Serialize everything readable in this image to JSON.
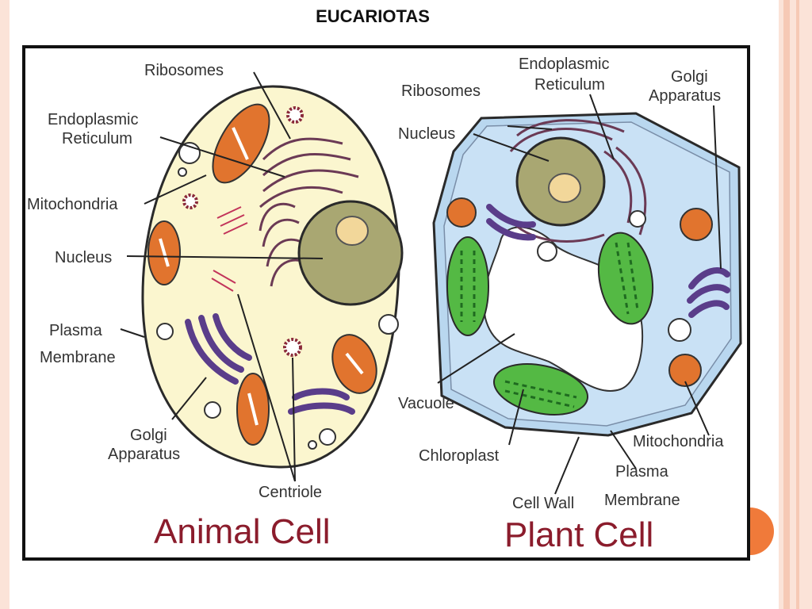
{
  "slide": {
    "title": "EUCARIOTAS",
    "accent_color": "#f07a3a",
    "border_band_color": "#f6c9b5"
  },
  "animal_cell": {
    "caption": "Animal Cell",
    "labels": {
      "ribosomes": "Ribosomes",
      "er_line1": "Endoplasmic",
      "er_line2": "Reticulum",
      "mitochondria": "Mitochondria",
      "nucleus": "Nucleus",
      "membrane_line1": "Plasma",
      "membrane_line2": "Membrane",
      "golgi_line1": "Golgi",
      "golgi_line2": "Apparatus",
      "centriole": "Centriole"
    }
  },
  "plant_cell": {
    "caption": "Plant Cell",
    "labels": {
      "er_line1": "Endoplasmic",
      "er_line2": "Reticulum",
      "golgi_line1": "Golgi",
      "golgi_line2": "Apparatus",
      "ribosomes": "Ribosomes",
      "nucleus": "Nucleus",
      "vacuole": "Vacuole",
      "chloroplast": "Chloroplast",
      "cell_wall": "Cell Wall",
      "membrane_line1": "Plasma",
      "membrane_line2": "Membrane",
      "mitochondria": "Mitochondria"
    }
  }
}
